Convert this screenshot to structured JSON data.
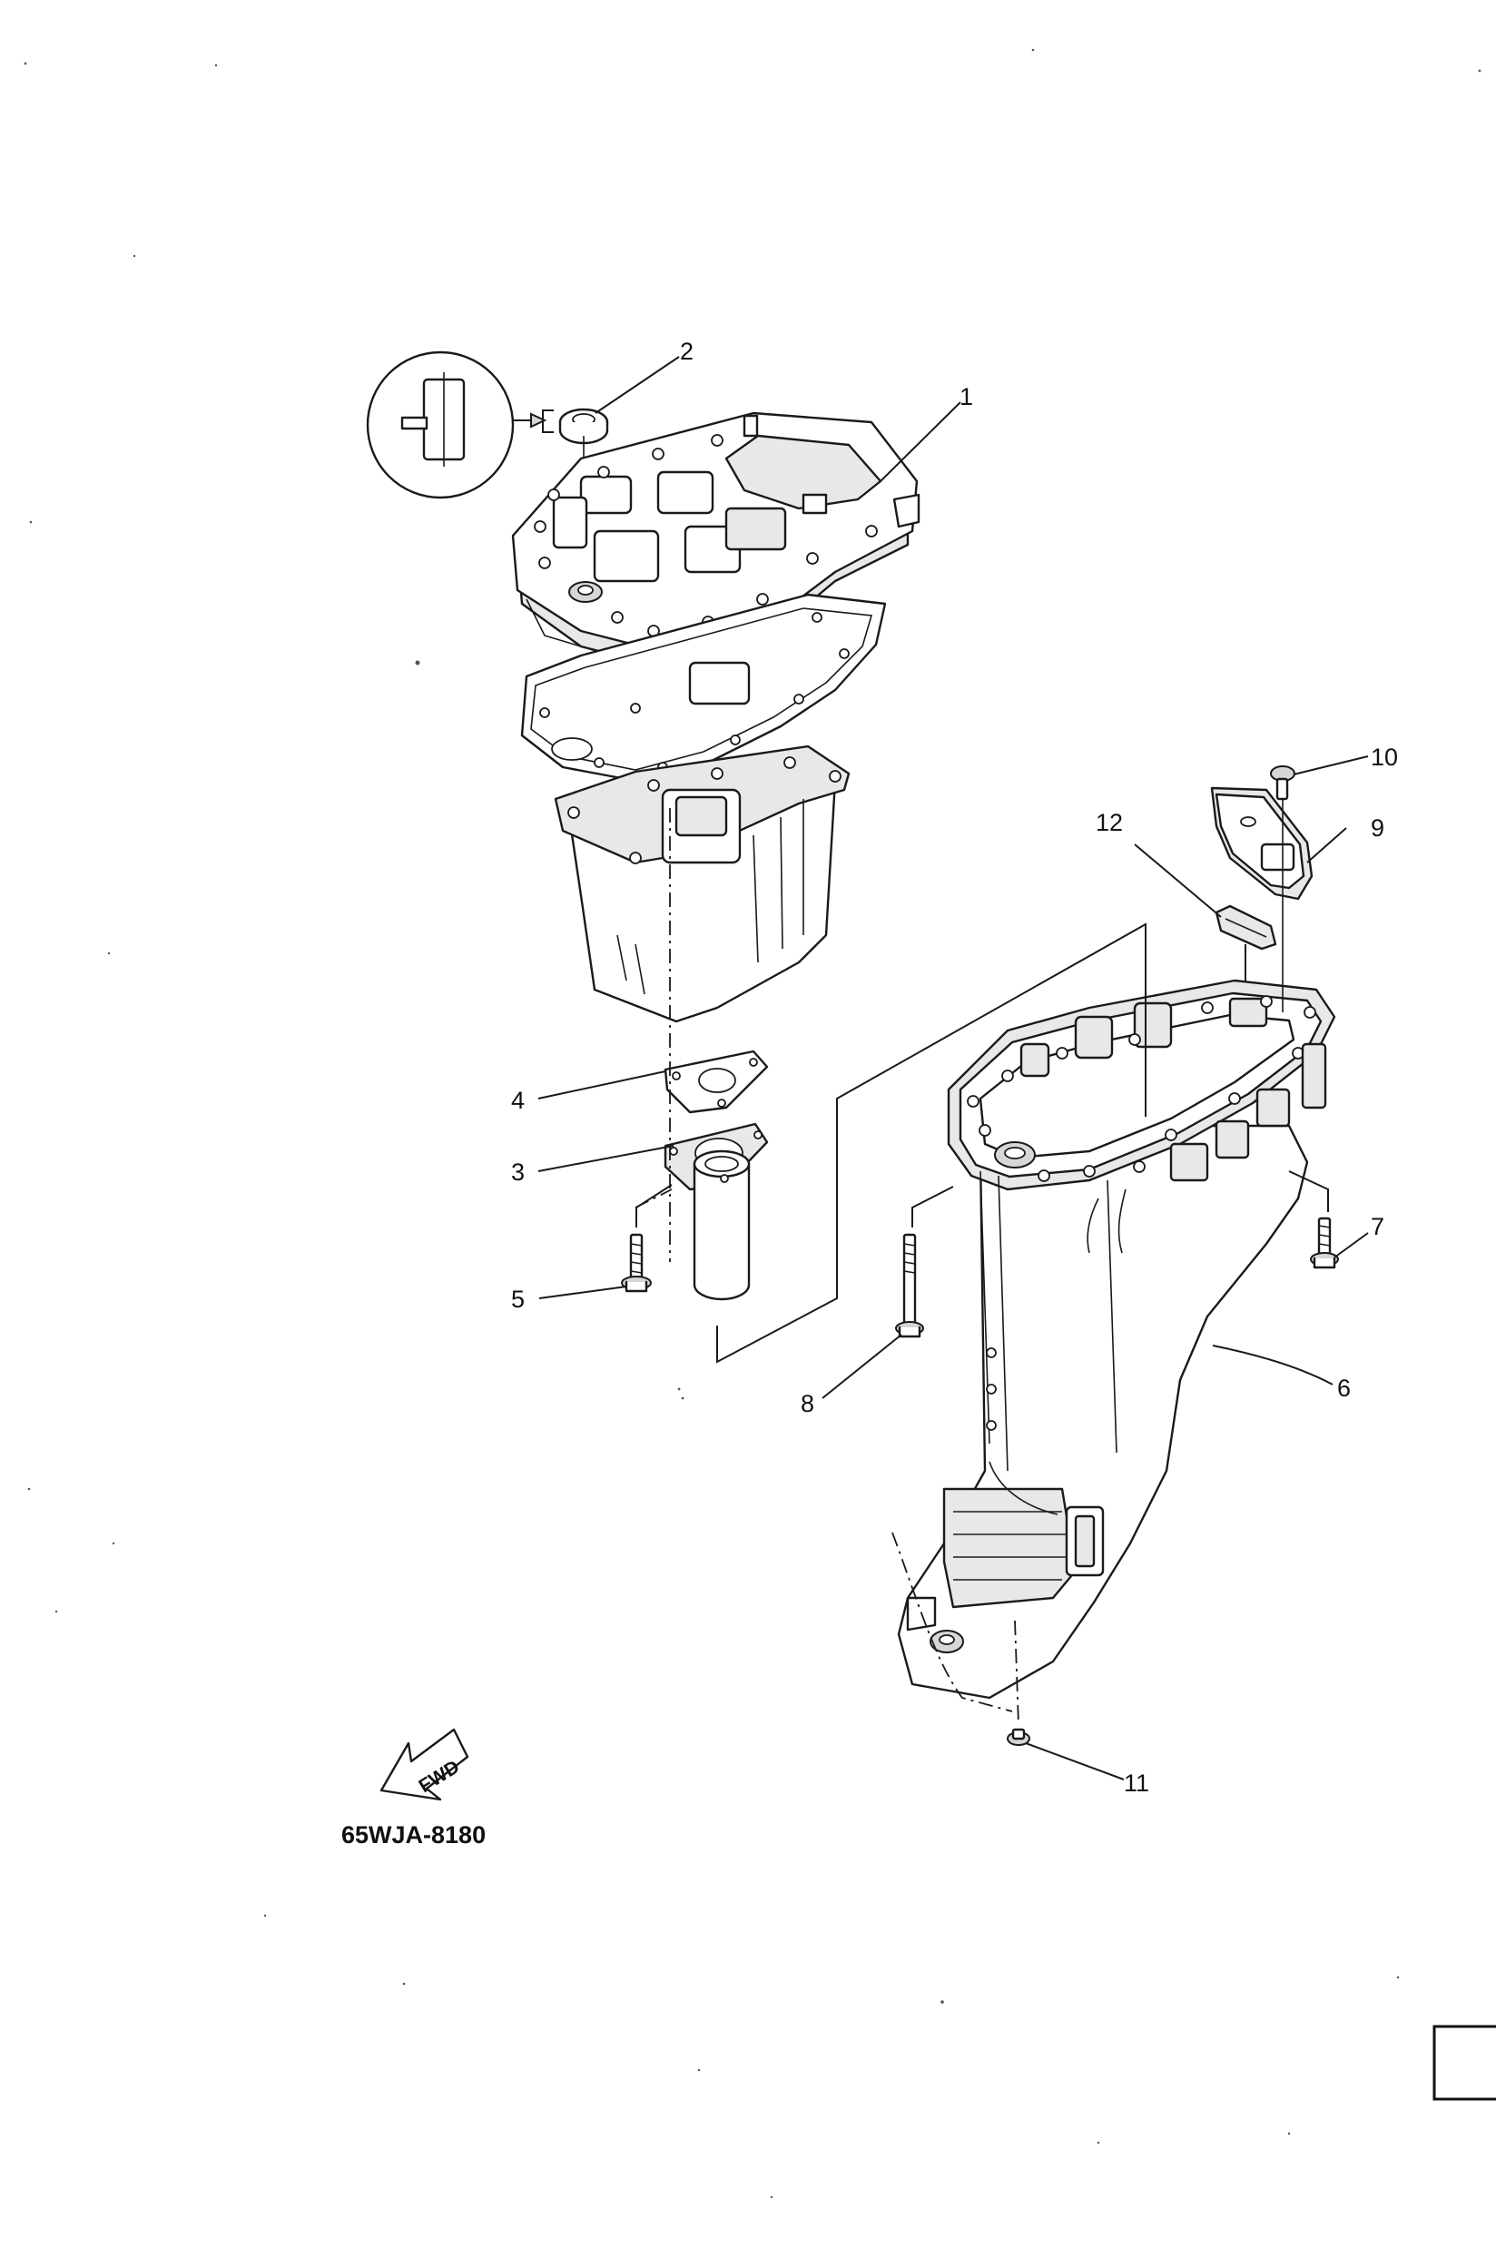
{
  "callouts": [
    "1",
    "2",
    "3",
    "4",
    "5",
    "6",
    "7",
    "8",
    "9",
    "10",
    "11",
    "12"
  ],
  "fwd_label": "FWD",
  "diagram_code": "65WJA-8180"
}
